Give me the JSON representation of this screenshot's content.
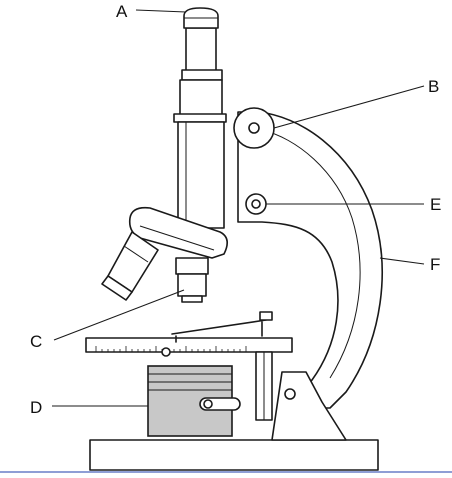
{
  "diagram": {
    "labels": {
      "A": "A",
      "B": "B",
      "C": "C",
      "D": "D",
      "E": "E",
      "F": "F"
    }
  },
  "colors": {
    "line": "#1a1a1a",
    "base_rule": "#6a7fc7",
    "condenser_fill": "#c8c8c8"
  }
}
